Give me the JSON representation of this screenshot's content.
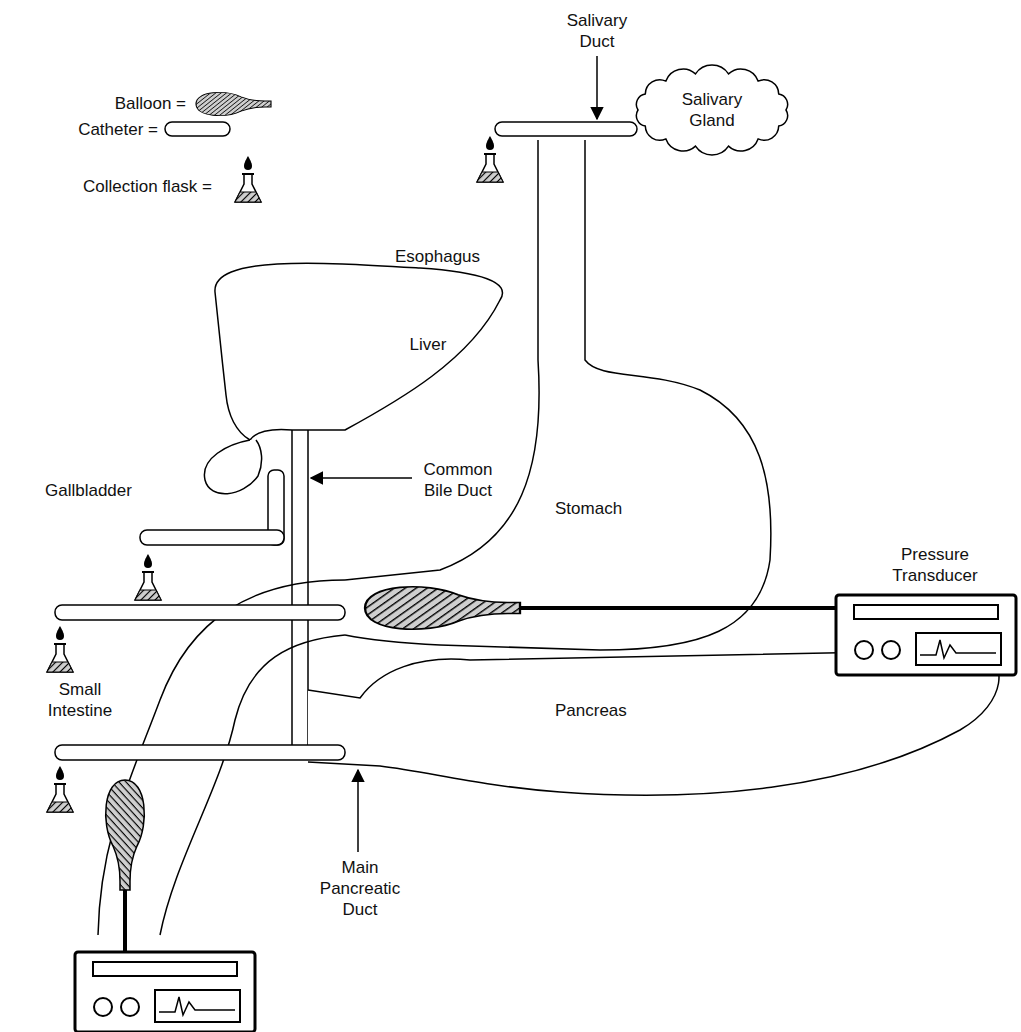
{
  "diagram": {
    "labels": [
      "Salivary Duct",
      "Salivary Gland",
      "Esophagus",
      "Liver",
      "Gallbladder",
      "Common Bile Duct",
      "Stomach",
      "Pressure Transducer",
      "Small Intestine",
      "Pancreas",
      "Main Pancreatic Duct"
    ],
    "legend": [
      {
        "text": "Balloon ="
      },
      {
        "text": "Catheter ="
      },
      {
        "text": "Collection flask ="
      }
    ]
  }
}
